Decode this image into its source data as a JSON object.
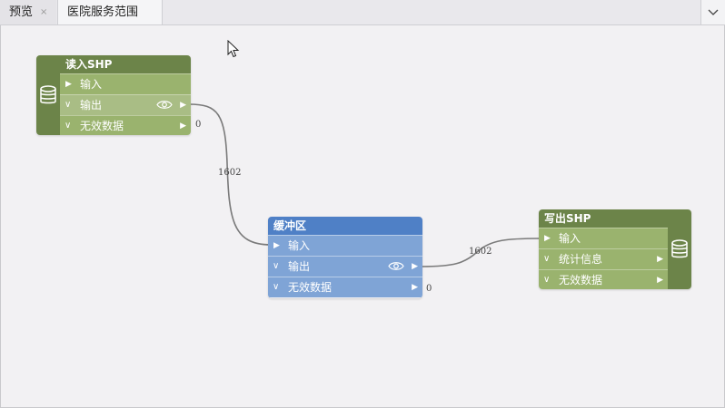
{
  "tabs": [
    {
      "label": "预览",
      "close": "×"
    },
    {
      "label": "医院服务范围"
    }
  ],
  "tab_menu_icon": "chevron-down-icon",
  "nodes": {
    "reader": {
      "title": "读入SHP",
      "icon": "database-icon",
      "ports": {
        "input": "输入",
        "output": "输出",
        "invalid": "无效数据"
      },
      "invalid_count": "0"
    },
    "buffer": {
      "title": "缓冲区",
      "ports": {
        "input": "输入",
        "output": "输出",
        "invalid": "无效数据"
      },
      "invalid_count": "0"
    },
    "writer": {
      "title": "写出SHP",
      "icon": "database-icon",
      "ports": {
        "input": "输入",
        "stats": "统计信息",
        "invalid": "无效数据"
      }
    }
  },
  "connections": [
    {
      "from": "读入SHP.输出",
      "to": "缓冲区.输入",
      "label": "1602"
    },
    {
      "from": "缓冲区.输出",
      "to": "写出SHP.输入",
      "label": "1602"
    }
  ],
  "colors": {
    "feature_node_title": "#6c8449",
    "feature_node_body": "#9ab36e",
    "transformer_node_title": "#4f80c6",
    "transformer_node_body": "#7fa4d6",
    "canvas": "#f2f1f3"
  }
}
